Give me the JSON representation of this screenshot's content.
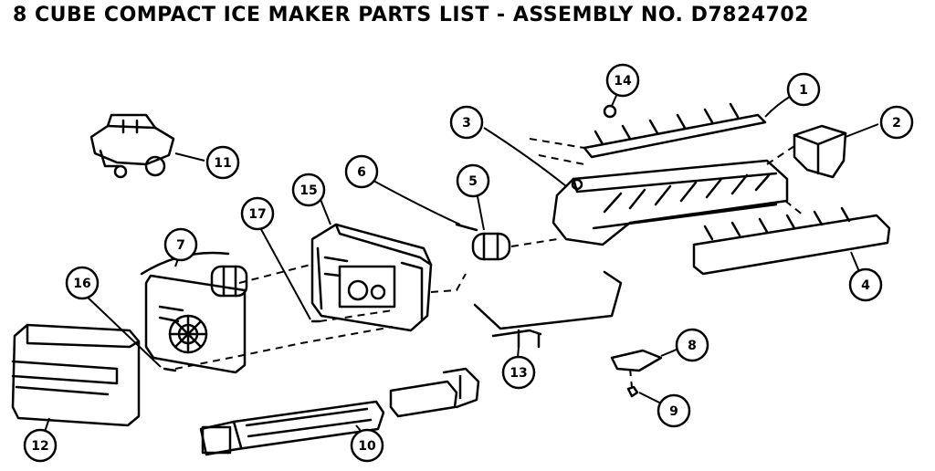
{
  "title": "8 CUBE COMPACT ICE MAKER PARTS LIST - ASSEMBLY NO. D7824702",
  "callouts": [
    "1",
    "2",
    "3",
    "4",
    "5",
    "6",
    "7",
    "8",
    "9",
    "10",
    "11",
    "12",
    "13",
    "14",
    "15",
    "16",
    "17"
  ]
}
